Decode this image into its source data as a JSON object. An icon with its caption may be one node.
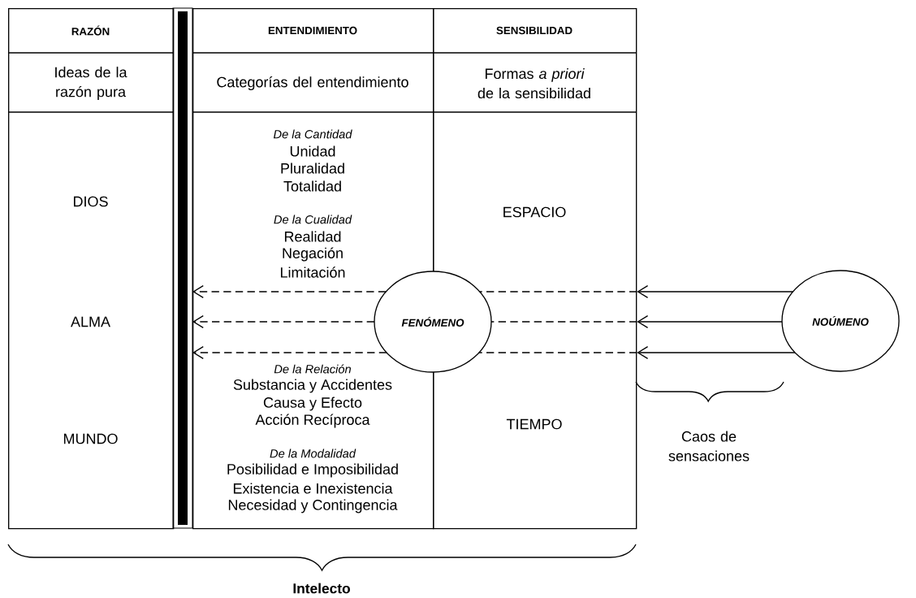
{
  "diagram": {
    "nodes": [
      {
        "text": [
          "RAZÓN",
          "Ideas de la razón pura",
          "DIOS",
          "ALMA",
          "MUNDO"
        ]
      },
      {
        "text": [
          "ENTENDIMIENTO",
          "Categorías del entendimiento",
          "De la Cantidad",
          "Unidad",
          "Pluralidad",
          "Totalidad",
          "De la Cualidad",
          "Realidad",
          "Negación",
          "Limitación",
          "De la Relación",
          "Substancia y Accidentes",
          "Causa y Efecto",
          "Acción Recíproca",
          "De la Modalidad",
          "Posibilidad e Imposibilidad",
          "Existencia e Inexistencia",
          "Necesidad y Contingencia"
        ]
      },
      {
        "text": [
          "SENSIBILIDAD",
          "Formas *a priori* de la sensibilidad",
          "ESPACIO",
          "TIEMPO"
        ]
      },
      {
        "text": [
          "FENÓMENO"
        ]
      },
      {
        "text": [
          "NOÚMENO"
        ]
      }
    ],
    "edges": [
      {
        "from": 4,
        "to": 2,
        "arrow": "to"
      },
      {
        "from": 4,
        "to": 2,
        "arrow": "to"
      },
      {
        "from": 4,
        "to": 2,
        "arrow": "to"
      },
      {
        "from": 2,
        "to": 3,
        "arrow": "none",
        "style": "dashed"
      },
      {
        "from": 2,
        "to": 3,
        "arrow": "none",
        "style": "dashed"
      },
      {
        "from": 2,
        "to": 3,
        "arrow": "none",
        "style": "dashed"
      },
      {
        "from": 3,
        "to": 1,
        "arrow": "to",
        "style": "dashed"
      },
      {
        "from": 3,
        "to": 1,
        "arrow": "to",
        "style": "dashed"
      },
      {
        "from": 3,
        "to": 1,
        "arrow": "to",
        "style": "dashed"
      }
    ],
    "labels": [
      "Caos de sensaciones",
      "Intelecto"
    ]
  }
}
